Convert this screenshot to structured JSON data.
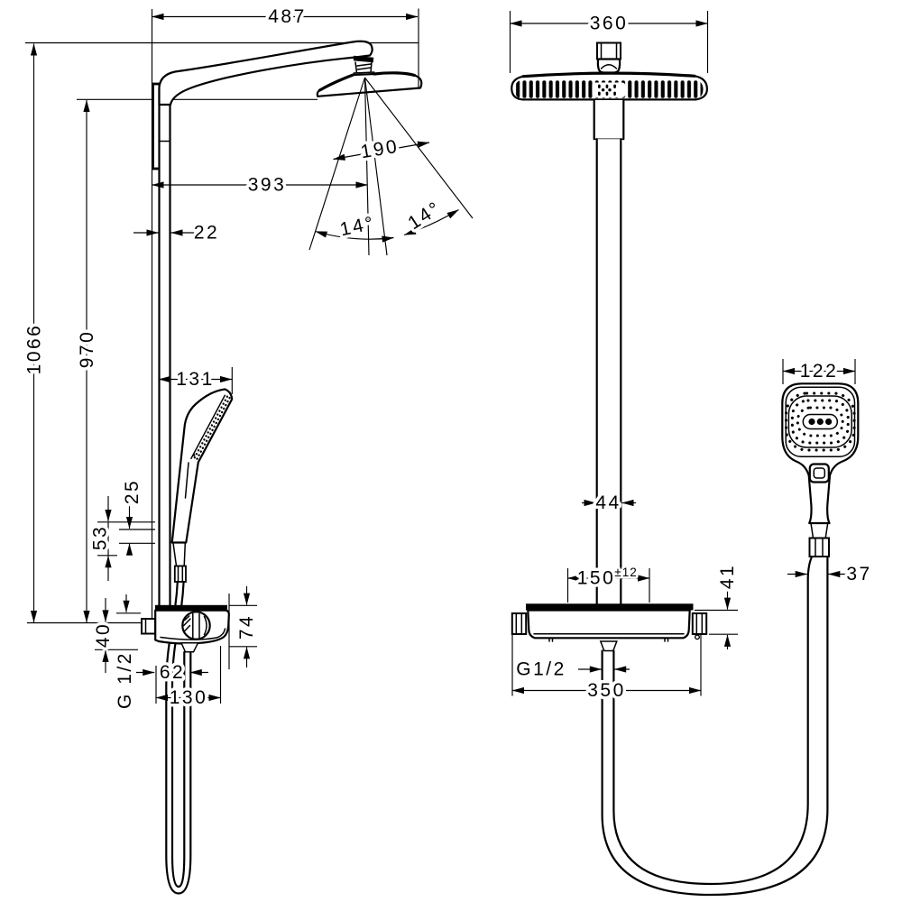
{
  "drawing": {
    "background": "#ffffff",
    "ink": "#000000",
    "side_view": {
      "labels": {
        "overall_width": "487",
        "spray_face_width": "190",
        "arm_reach": "393",
        "pipe_width": "22",
        "tilt_angle_left": "14°",
        "tilt_angle_right": "14°",
        "total_height": "1066",
        "head_height": "970",
        "handshower_offset": "131",
        "holder_offset_upper": "25",
        "holder_offset_lower": "53",
        "valve_drop": "40",
        "valve_height": "74",
        "outlet_thread": "G 1/2",
        "hose_offset": "62",
        "valve_depth": "130"
      }
    },
    "front_view": {
      "labels": {
        "head_width": "360",
        "handshower_width": "122",
        "pipe_width": "44",
        "supply_spacing": "150",
        "supply_tolerance": "±12",
        "valve_body_height": "41",
        "hose_diameter": "37",
        "outlet_thread": "G1/2",
        "valve_width": "350"
      }
    }
  }
}
